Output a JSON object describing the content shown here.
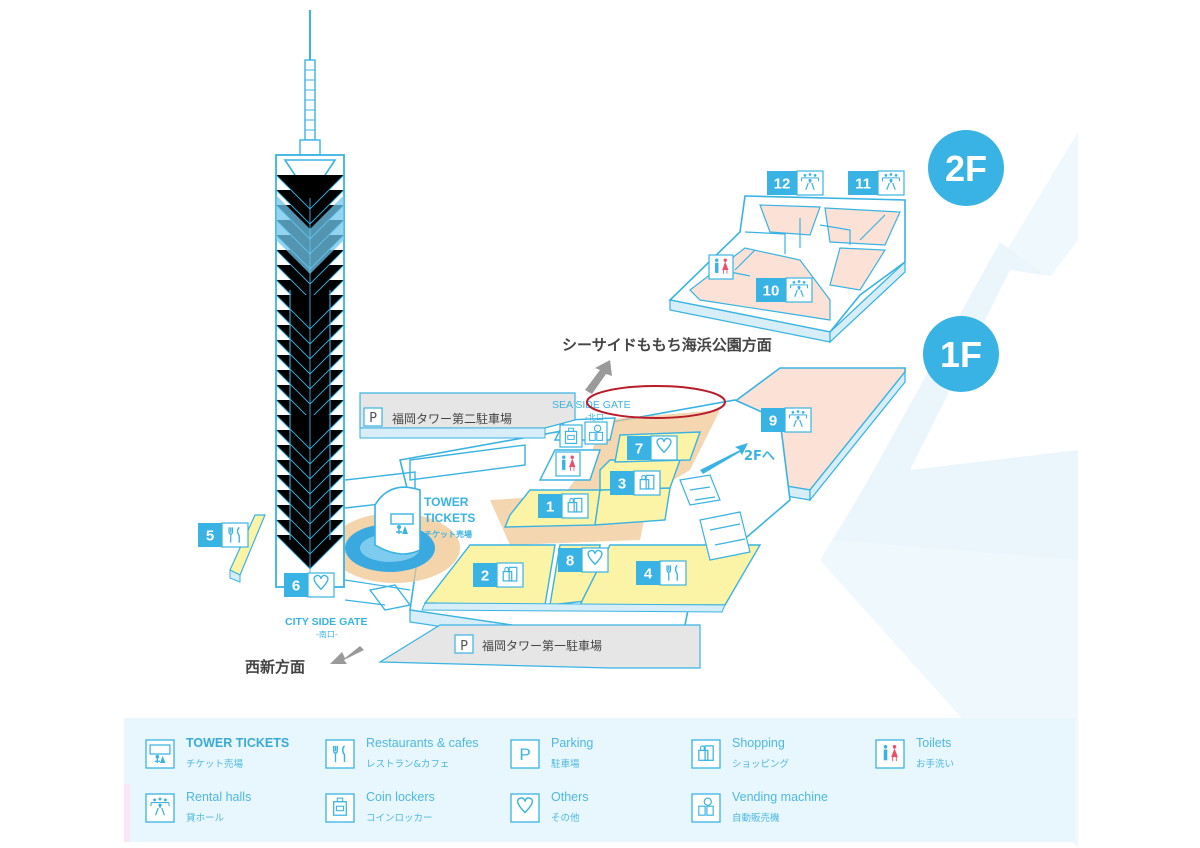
{
  "floors": {
    "upper": "2F",
    "lower": "1F"
  },
  "gates": {
    "sea_side_en": "SEA SIDE GATE",
    "sea_side_jp": "-北口-",
    "city_side_en": "CITY SIDE GATE",
    "city_side_jp": "-南口-"
  },
  "tickets": {
    "en_line1": "TOWER",
    "en_line2": "TICKETS",
    "jp": "チケット売場"
  },
  "directions": {
    "seaside_park": "シーサイドももち海浜公園方面",
    "nishijin": "西新方面",
    "to_2f": "2Fへ"
  },
  "parking": {
    "symbol": "P",
    "lot_2": "福岡タワー第二駐車場",
    "lot_1": "福岡タワー第一駐車場"
  },
  "areas": [
    {
      "number": "1",
      "icon": "shopping-bag-icon"
    },
    {
      "number": "2",
      "icon": "shopping-bag-icon"
    },
    {
      "number": "3",
      "icon": "shopping-bag-icon"
    },
    {
      "number": "4",
      "icon": "fork-knife-icon"
    },
    {
      "number": "5",
      "icon": "fork-knife-icon"
    },
    {
      "number": "6",
      "icon": "heart-icon"
    },
    {
      "number": "7",
      "icon": "heart-icon"
    },
    {
      "number": "8",
      "icon": "heart-icon"
    },
    {
      "number": "9",
      "icon": "rental-hall-icon"
    },
    {
      "number": "10",
      "icon": "rental-hall-icon"
    },
    {
      "number": "11",
      "icon": "rental-hall-icon"
    },
    {
      "number": "12",
      "icon": "rental-hall-icon"
    }
  ],
  "legend": [
    {
      "en": "TOWER TICKETS",
      "jp": "チケット売場",
      "icon": "ticket-counter-icon"
    },
    {
      "en": "Restaurants & cafes",
      "jp": "レストラン&カフェ",
      "icon": "fork-knife-icon"
    },
    {
      "en": "Parking",
      "jp": "駐車場",
      "icon": "parking-icon"
    },
    {
      "en": "Shopping",
      "jp": "ショッピング",
      "icon": "shopping-bag-icon"
    },
    {
      "en": "Toilets",
      "jp": "お手洗い",
      "icon": "toilet-icon"
    },
    {
      "en": "Rental halls",
      "jp": "貸ホール",
      "icon": "rental-hall-icon"
    },
    {
      "en": "Coin lockers",
      "jp": "コインロッカー",
      "icon": "coin-locker-icon"
    },
    {
      "en": "Others",
      "jp": "その他",
      "icon": "heart-icon"
    },
    {
      "en": "Vending machine",
      "jp": "自動販売機",
      "icon": "vending-machine-icon"
    }
  ],
  "colors": {
    "accent_blue": "#39b3e3",
    "shop_yellow": "#fbf3a6",
    "hall_pink": "#fbe1d6",
    "plaza_orange": "#efc58f",
    "parking_gray": "#e6e6e6",
    "highlight_red": "#b81b2a",
    "legend_bg": "#e7f7fd"
  }
}
